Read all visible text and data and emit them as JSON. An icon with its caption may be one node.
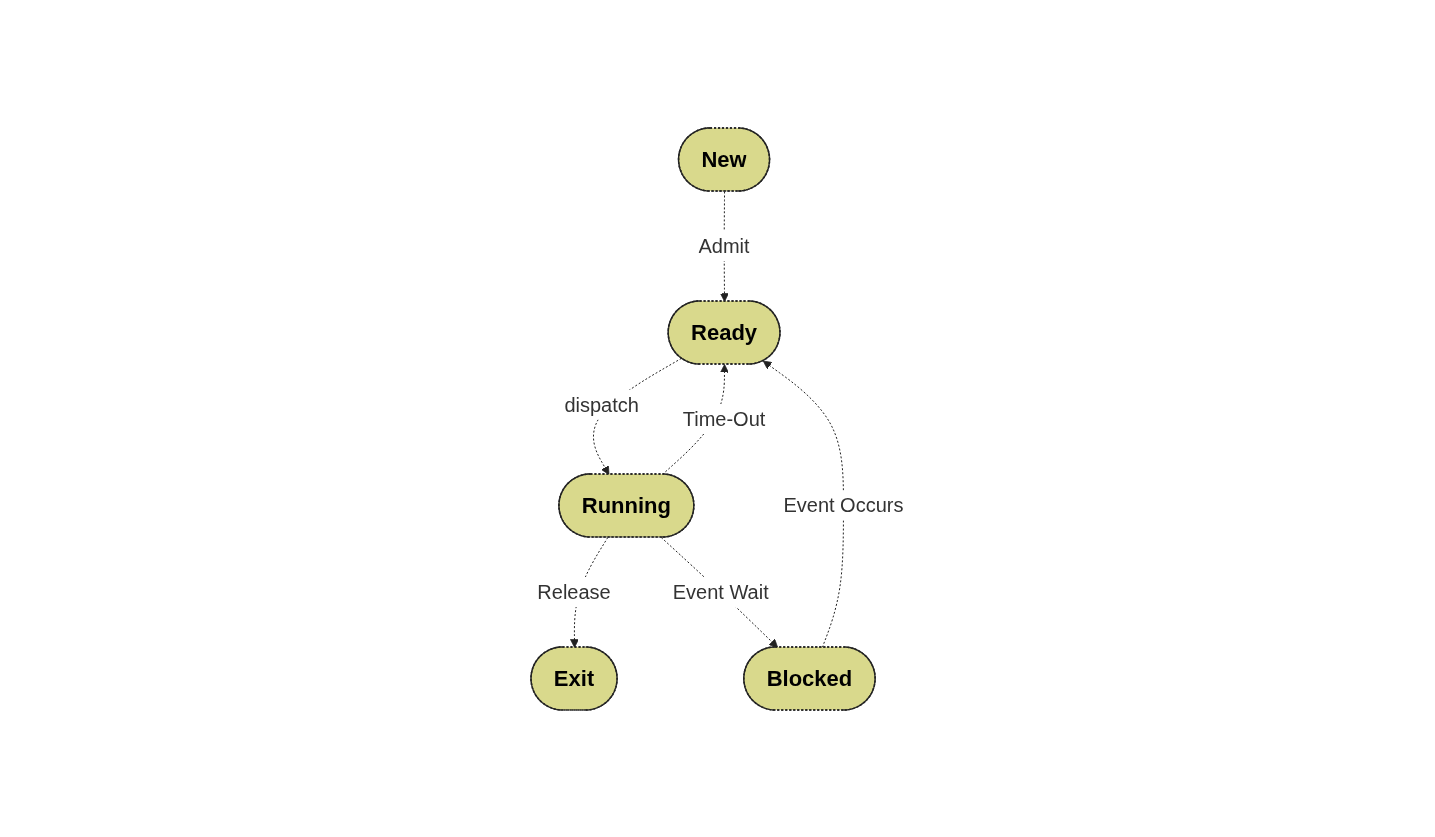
{
  "diagram": {
    "nodes": [
      {
        "text": [
          "New"
        ]
      },
      {
        "text": [
          "Exit"
        ]
      },
      {
        "text": [
          "Ready"
        ]
      },
      {
        "text": [
          "Running"
        ]
      },
      {
        "text": [
          "Blocked"
        ]
      }
    ],
    "edges": [
      {
        "from": 0,
        "to": 2,
        "arrow": "to",
        "label": "Admit",
        "style": "dashed"
      },
      {
        "from": 2,
        "to": 3,
        "arrow": "to",
        "label": "dispatch",
        "style": "dashed"
      },
      {
        "from": 3,
        "to": 1,
        "arrow": "to",
        "label": "Release",
        "style": "dashed"
      },
      {
        "from": 3,
        "to": 2,
        "arrow": "to",
        "label": "Time-Out",
        "style": "dashed"
      },
      {
        "from": 3,
        "to": 4,
        "arrow": "to",
        "label": "Event Wait",
        "style": "dashed"
      },
      {
        "from": 4,
        "to": 2,
        "arrow": "to",
        "label": "Event Occurs",
        "style": "dashed"
      }
    ]
  }
}
